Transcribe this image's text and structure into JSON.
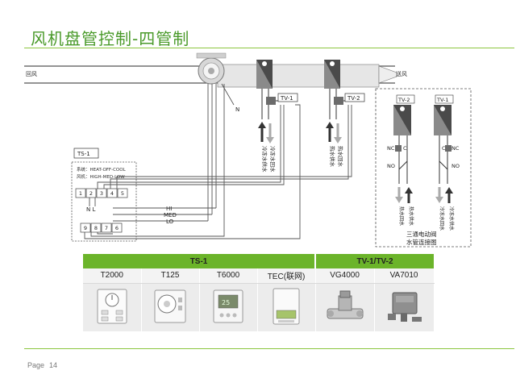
{
  "page": {
    "title": "风机盘管控制-四管制",
    "footer_label": "Page",
    "footer_number": "14"
  },
  "diagram": {
    "return_air": "回风",
    "supply_air": "送风",
    "neutral": "N",
    "valve1": "TV-1",
    "valve2": "TV-2",
    "ts_box": "TS-1",
    "system_line": "系统：HEAT-OFF-COOL",
    "fan_line": "风机：HIGH-MED-LOW",
    "terminals_top": [
      "1",
      "2",
      "3",
      "4",
      "5"
    ],
    "terminals_bottom": [
      "9",
      "8",
      "7",
      "6"
    ],
    "nl": "N L",
    "hi": "HI",
    "med": "MED",
    "lo": "LO",
    "cold_supply": "冷冻水供水",
    "cold_return": "冷冻水回水",
    "hot_supply": "热水供水",
    "hot_return": "热水回水",
    "detail_tv2": "TV-2",
    "detail_tv1": "TV-1",
    "nc": "NC",
    "no": "NO",
    "c": "C",
    "caption_line1": "三通电动阀",
    "caption_line2": "水管连接图"
  },
  "products": {
    "group_ts": "TS-1",
    "group_tv": "TV-1/TV-2",
    "names": [
      "T2000",
      "T125",
      "T6000",
      "TEC(联网)",
      "VG4000",
      "VA7010"
    ]
  }
}
